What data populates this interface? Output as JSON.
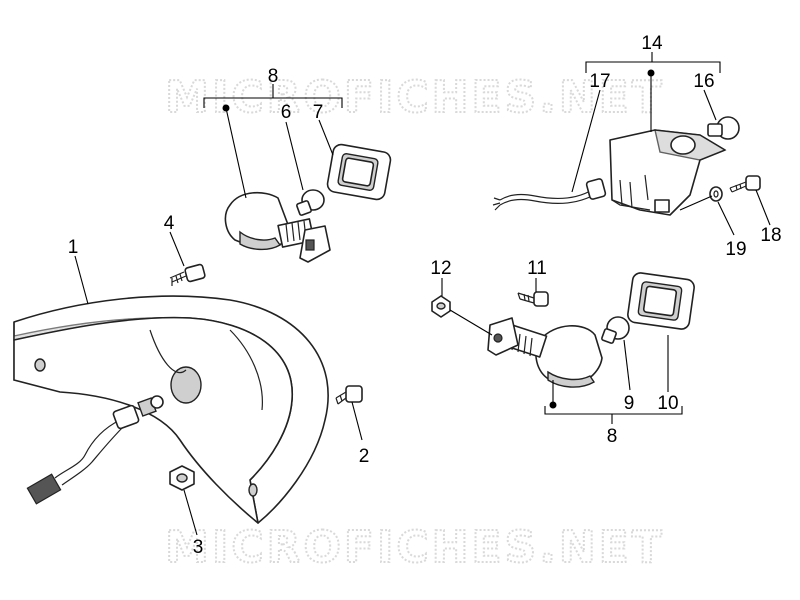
{
  "watermark": "MICROFICHES.NET",
  "callouts": {
    "c1": "1",
    "c2": "2",
    "c3": "3",
    "c4": "4",
    "c6": "6",
    "c7": "7",
    "c8_top": "8",
    "c8_bottom": "8",
    "c9": "9",
    "c10": "10",
    "c11": "11",
    "c12": "12",
    "c14": "14",
    "c16": "16",
    "c17": "17",
    "c18": "18",
    "c19": "19"
  }
}
